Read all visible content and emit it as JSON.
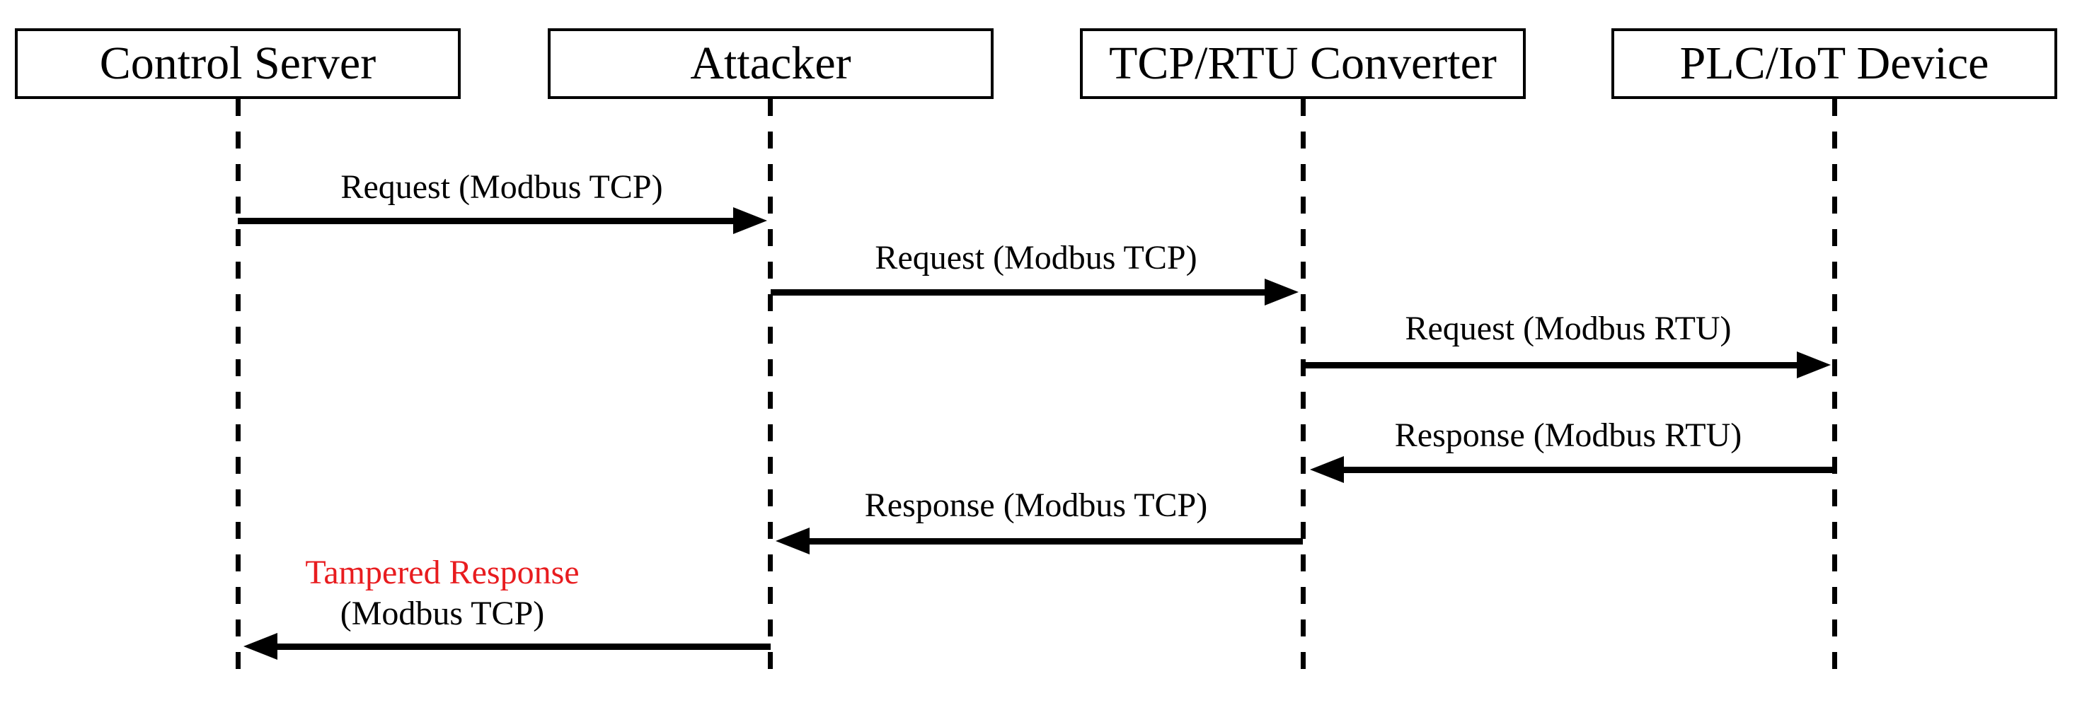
{
  "diagram": {
    "type": "sequence-diagram",
    "subject": "Modbus TCP/RTU man-in-the-middle tampering flow",
    "actors": [
      {
        "id": "control-server",
        "label": "Control Server"
      },
      {
        "id": "attacker",
        "label": "Attacker"
      },
      {
        "id": "tcp-rtu-converter",
        "label": "TCP/RTU Converter"
      },
      {
        "id": "plc-iot-device",
        "label": "PLC/IoT Device"
      }
    ],
    "messages": [
      {
        "seq": 1,
        "label": "Request (Modbus TCP)",
        "from": "control-server",
        "to": "attacker",
        "direction": "right"
      },
      {
        "seq": 2,
        "label": "Request (Modbus TCP)",
        "from": "attacker",
        "to": "tcp-rtu-converter",
        "direction": "right"
      },
      {
        "seq": 3,
        "label": "Request (Modbus RTU)",
        "from": "tcp-rtu-converter",
        "to": "plc-iot-device",
        "direction": "right"
      },
      {
        "seq": 4,
        "label": "Response (Modbus RTU)",
        "from": "plc-iot-device",
        "to": "tcp-rtu-converter",
        "direction": "left"
      },
      {
        "seq": 5,
        "label": "Response (Modbus TCP)",
        "from": "tcp-rtu-converter",
        "to": "attacker",
        "direction": "left"
      },
      {
        "seq": 6,
        "label_line1": "Tampered Response",
        "label_line2": "(Modbus TCP)",
        "from": "attacker",
        "to": "control-server",
        "direction": "left"
      }
    ],
    "colors": {
      "line": "#000000",
      "background": "#ffffff",
      "tampered_text": "#e81c1f"
    }
  }
}
